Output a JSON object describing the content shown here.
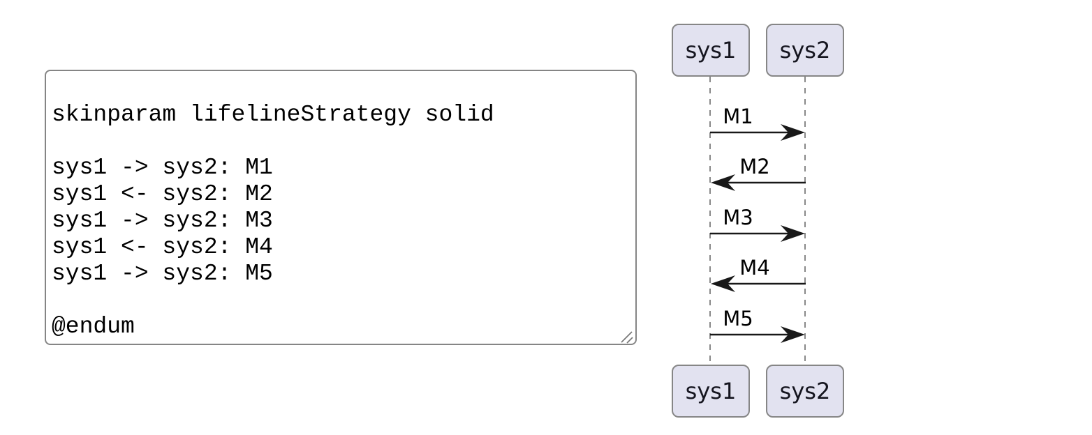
{
  "editor": {
    "code": "\nskinparam lifelineStrategy solid\n\nsys1 -> sys2: M1\nsys1 <- sys2: M2\nsys1 -> sys2: M3\nsys1 <- sys2: M4\nsys1 -> sys2: M5\n\n@endum"
  },
  "diagram": {
    "participants": [
      {
        "name": "sys1"
      },
      {
        "name": "sys2"
      }
    ],
    "messages": [
      {
        "label": "M1",
        "direction": "right"
      },
      {
        "label": "M2",
        "direction": "left"
      },
      {
        "label": "M3",
        "direction": "right"
      },
      {
        "label": "M4",
        "direction": "left"
      },
      {
        "label": "M5",
        "direction": "right"
      }
    ],
    "colors": {
      "participant_fill": "#E2E2F0",
      "participant_border": "#868686",
      "lifeline": "#888888",
      "arrow": "#181818",
      "text": "#000000"
    },
    "lifeline_style": "dashed"
  }
}
